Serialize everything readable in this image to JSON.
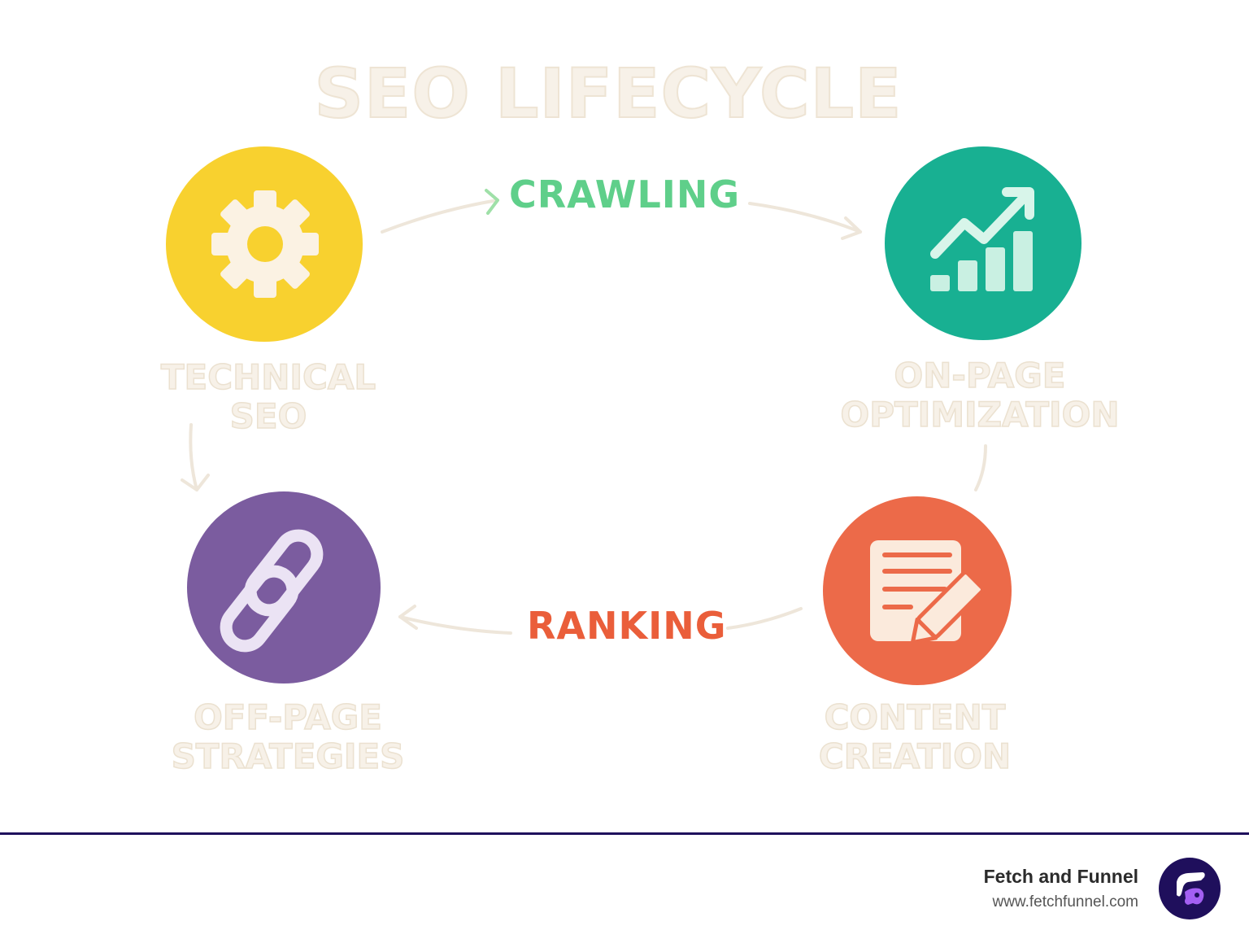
{
  "title": "SEO LIFECYCLE",
  "nodes": {
    "technical": {
      "line1": "TECHNICAL",
      "line2": "SEO",
      "icon": "gear-icon",
      "color": "#f8d12f"
    },
    "onpage": {
      "line1": "ON-PAGE",
      "line2": "OPTIMIZATION",
      "icon": "growth-chart-icon",
      "color": "#18b092"
    },
    "content": {
      "line1": "CONTENT",
      "line2": "CREATION",
      "icon": "document-edit-icon",
      "color": "#ec6a49"
    },
    "offpage": {
      "line1": "OFF-PAGE",
      "line2": "STRATEGIES",
      "icon": "chain-link-icon",
      "color": "#7b5c9f"
    }
  },
  "edges": {
    "crawling": {
      "label": "CRAWLING",
      "color": "#5fcf8a"
    },
    "ranking": {
      "label": "RANKING",
      "color": "#ea5e3a"
    }
  },
  "footer": {
    "brand_name": "Fetch and Funnel",
    "brand_url": "www.fetchfunnel.com",
    "logo_icon": "fetch-funnel-logo-icon",
    "accent": "#1f0f5c"
  }
}
